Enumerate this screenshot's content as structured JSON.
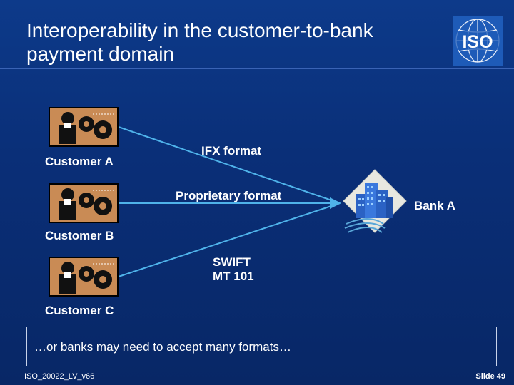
{
  "slide": {
    "title": "Interoperability in the customer-to-bank payment domain",
    "logo_text": "ISO"
  },
  "diagram": {
    "customers": [
      {
        "label": "Customer A"
      },
      {
        "label": "Customer B"
      },
      {
        "label": "Customer C"
      }
    ],
    "formats": [
      {
        "label": "IFX format"
      },
      {
        "label": "Proprietary format"
      },
      {
        "label": "SWIFT MT 101"
      }
    ],
    "bank": {
      "label": "Bank A"
    },
    "arrow_color": "#4fb3ea"
  },
  "note": {
    "text": "…or banks may need to accept many formats…"
  },
  "footer": {
    "doc_id": "ISO_20022_LV_v66",
    "slide_number": "Slide 49"
  }
}
